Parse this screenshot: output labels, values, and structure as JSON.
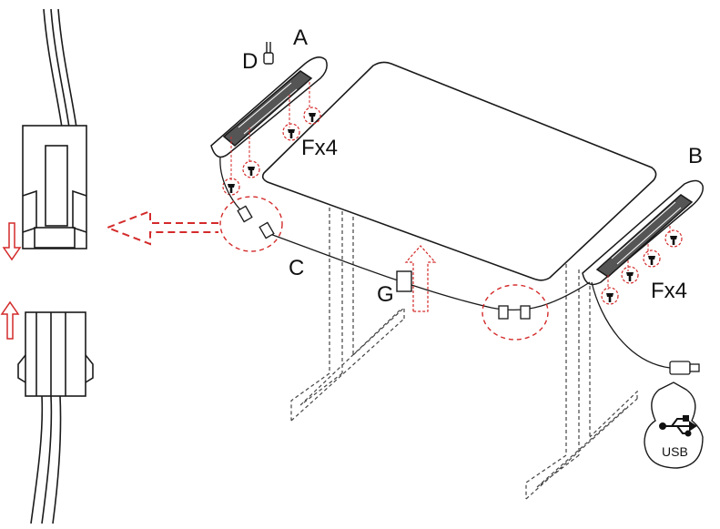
{
  "labels": {
    "a": "A",
    "b": "B",
    "c": "C",
    "d": "D",
    "g": "G",
    "screws_a": "Fx4",
    "screws_b": "Fx4",
    "usb": "USB"
  },
  "colors": {
    "line": "#1a1a1a",
    "accent_red": "#d42a2a",
    "dashed_frame": "#444444"
  },
  "icons": [
    "usb-icon",
    "screw-icon",
    "arrow-down-icon",
    "arrow-up-icon",
    "dashed-arrow-left-icon",
    "connector-icon"
  ]
}
